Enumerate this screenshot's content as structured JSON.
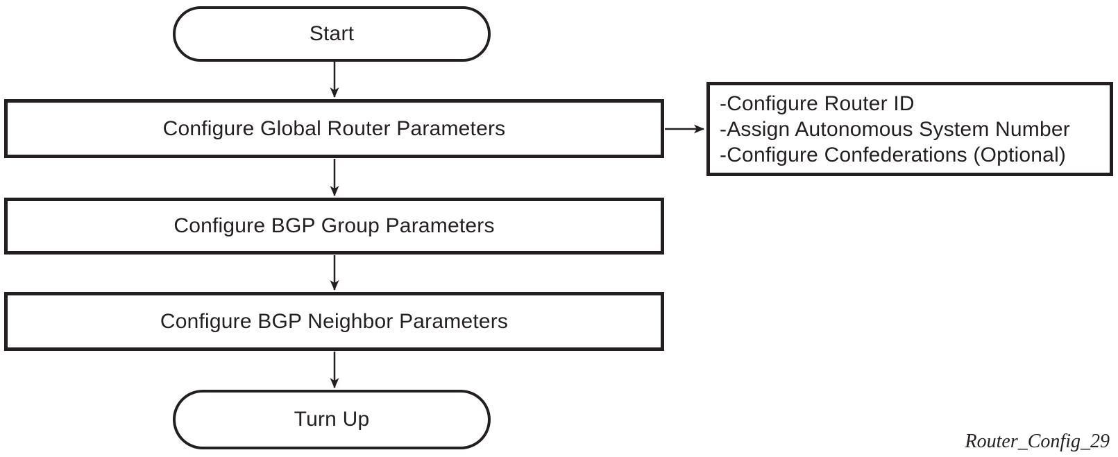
{
  "diagram": {
    "title": "BGP configuration flowchart",
    "colors": {
      "stroke": "#231f20",
      "background": "#ffffff"
    },
    "nodes": {
      "start": {
        "label": "Start",
        "shape": "stadium"
      },
      "global": {
        "label": "Configure Global Router Parameters",
        "shape": "process"
      },
      "group": {
        "label": "Configure BGP Group Parameters",
        "shape": "process"
      },
      "neighbor": {
        "label": "Configure BGP Neighbor Parameters",
        "shape": "process"
      },
      "turnup": {
        "label": "Turn Up",
        "shape": "stadium"
      }
    },
    "annotation": {
      "lines": [
        "-Configure Router ID",
        "-Assign Autonomous System Number",
        "-Configure Confederations (Optional)"
      ]
    },
    "edges": [
      "start->global",
      "global->annotation",
      "global->group",
      "group->neighbor",
      "neighbor->turnup"
    ],
    "caption": "Router_Config_29"
  }
}
